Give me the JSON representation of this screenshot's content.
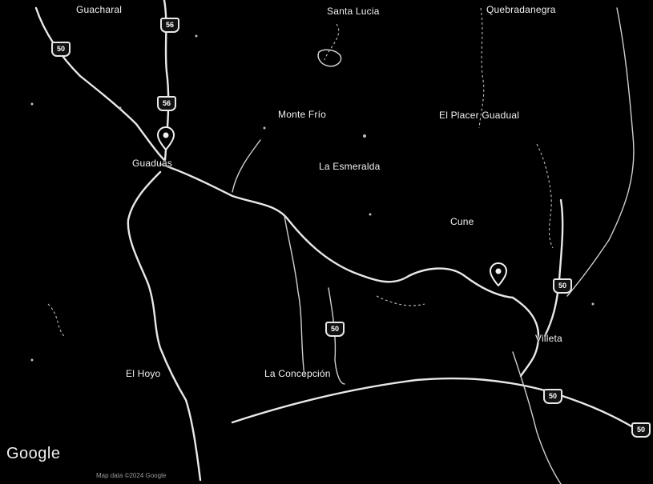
{
  "map": {
    "places": [
      {
        "id": "guacharal",
        "label": "Guacharal"
      },
      {
        "id": "santa-lucia",
        "label": "Santa Lucia"
      },
      {
        "id": "quebradanegra",
        "label": "Quebradanegra"
      },
      {
        "id": "monte-frio",
        "label": "Monte Frío"
      },
      {
        "id": "el-placer-guadual",
        "label": "El Placer Guadual"
      },
      {
        "id": "guaduas",
        "label": "Guaduas"
      },
      {
        "id": "la-esmeralda",
        "label": "La Esmeralda"
      },
      {
        "id": "cune",
        "label": "Cune"
      },
      {
        "id": "villeta",
        "label": "Villeta"
      },
      {
        "id": "el-hoyo",
        "label": "El Hoyo"
      },
      {
        "id": "la-concepcion",
        "label": "La Concepción"
      }
    ],
    "route_shields": [
      "56",
      "50",
      "56",
      "50",
      "50",
      "50",
      "50"
    ],
    "pins": [
      "guaduas-pin",
      "cune-pin"
    ]
  },
  "branding": {
    "logo": "Google",
    "attribution": "Map data ©2024 Google"
  },
  "colors": {
    "background": "#000000",
    "road": "#e8e8e8",
    "label": "#f2f2f2"
  }
}
